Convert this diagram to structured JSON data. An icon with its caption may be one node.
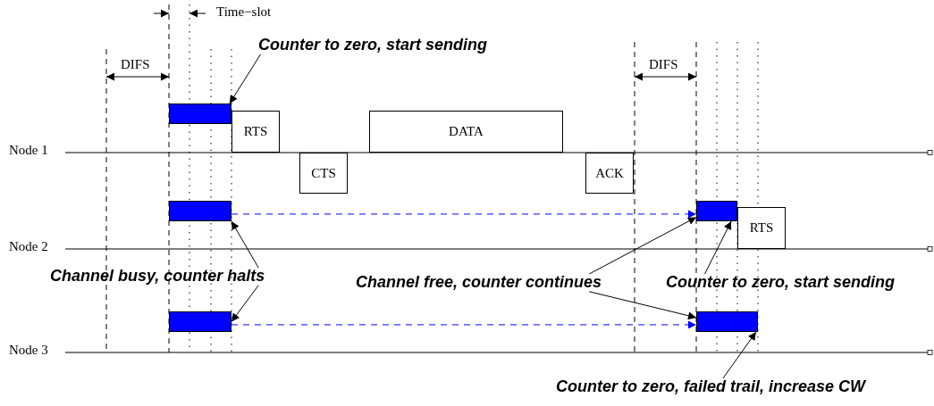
{
  "diagram": {
    "nodes": [
      {
        "text": [],
        "shape": "bar"
      },
      {
        "text": [
          "RTS"
        ]
      },
      {
        "text": [
          "CTS"
        ]
      },
      {
        "text": [
          "DATA"
        ]
      },
      {
        "text": [
          "ACK"
        ]
      },
      {
        "text": [],
        "shape": "bar"
      },
      {
        "text": [],
        "shape": "bar"
      },
      {
        "text": [
          "RTS"
        ]
      },
      {
        "text": [],
        "shape": "bar"
      },
      {
        "text": [],
        "shape": "bar"
      },
      {
        "text": [
          "Counter to zero, start sending"
        ]
      },
      {
        "text": [
          "Channel busy, counter halts"
        ]
      },
      {
        "text": [
          "Channel free, counter continues"
        ]
      },
      {
        "text": [
          "Counter to zero, start sending"
        ]
      },
      {
        "text": [
          "Counter to zero, failed trail, increase CW"
        ]
      }
    ],
    "edges": [
      {
        "from": 10,
        "to": 0,
        "arrow": "to"
      },
      {
        "from": 11,
        "to": 5,
        "arrow": "to"
      },
      {
        "from": 11,
        "to": 8,
        "arrow": "to"
      },
      {
        "from": 12,
        "to": 6,
        "arrow": "to"
      },
      {
        "from": 12,
        "to": 9,
        "arrow": "to"
      },
      {
        "from": 13,
        "to": 6,
        "arrow": "to"
      },
      {
        "from": 14,
        "to": 9,
        "arrow": "to"
      },
      {
        "from": 5,
        "to": 6,
        "arrow": "to",
        "style": "dashed",
        "color": "#0000ff"
      },
      {
        "from": 8,
        "to": 9,
        "arrow": "to",
        "style": "dashed",
        "color": "#0000ff"
      }
    ],
    "labels": [
      "Time−slot",
      "DIFS",
      "DIFS",
      "Node 1",
      "Node 2",
      "Node 3"
    ]
  }
}
